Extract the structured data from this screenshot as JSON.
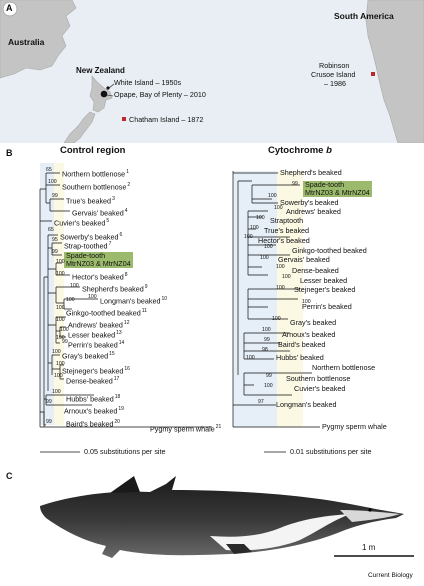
{
  "panelA": {
    "letter": "A",
    "labels": {
      "australia": "Australia",
      "south_america": "South America",
      "new_zealand": "New Zealand",
      "white_island": "White Island – 1950s",
      "opape": "Opape, Bay of Plenty – 2010",
      "chatham": "Chatham Island – 1872",
      "robinson_1": "Robinson",
      "robinson_2": "Crusoe Island",
      "robinson_3": "– 1986"
    },
    "colors": {
      "land": "#c4c4c4",
      "sea": "#e8eef3",
      "marker_red": "#c0262c",
      "marker_black": "#111111"
    }
  },
  "panelB": {
    "letter": "B",
    "colors": {
      "highlight": "#9cba6c",
      "shade_blue": "#e6eff8",
      "shade_yellow": "#fbf8e4"
    },
    "control": {
      "title": "Control region",
      "scale_label": "0.05 substitutions per site",
      "taxa": [
        {
          "name": "Northern bottlenose",
          "n": "1"
        },
        {
          "name": "Southern bottlenose",
          "n": "2"
        },
        {
          "name": "True's beaked",
          "n": "3"
        },
        {
          "name": "Gervais' beaked",
          "n": "4"
        },
        {
          "name": "Cuvier's beaked",
          "n": "5"
        },
        {
          "name": "Sowerby's beaked",
          "n": "6"
        },
        {
          "name": "Strap-toothed",
          "n": "7"
        },
        {
          "name": "Spade-tooth",
          "n": ""
        },
        {
          "name": "MtrNZ03 & MtrNZ04",
          "n": ""
        },
        {
          "name": "Hector's beaked",
          "n": "8"
        },
        {
          "name": "Shepherd's beaked",
          "n": "9"
        },
        {
          "name": "Longman's beaked",
          "n": "10"
        },
        {
          "name": "Ginkgo-toothed beaked",
          "n": "11"
        },
        {
          "name": "Andrews' beaked",
          "n": "12"
        },
        {
          "name": "Lesser beaked",
          "n": "13"
        },
        {
          "name": "Perrin's beaked",
          "n": "14"
        },
        {
          "name": "Gray's beaked",
          "n": "15"
        },
        {
          "name": "Stejneger's beaked",
          "n": "16"
        },
        {
          "name": "Dense-beaked",
          "n": "17"
        },
        {
          "name": "Hubbs' beaked",
          "n": "18"
        },
        {
          "name": "Arnoux's beaked",
          "n": "19"
        },
        {
          "name": "Baird's beaked",
          "n": "20"
        },
        {
          "name": "Pygmy sperm whale",
          "n": "21"
        }
      ],
      "bootstrap": [
        "65",
        "100",
        "99",
        "65",
        "95",
        "99",
        "100",
        "100",
        "100",
        "100",
        "100",
        "100",
        "100",
        "100",
        "100",
        "99",
        "100",
        "100",
        "100",
        "100",
        "99",
        "99"
      ]
    },
    "cytb": {
      "title": "Cytochrome",
      "title_italic": "b",
      "scale_label": "0.01 substitutions per site",
      "taxa": [
        "Shepherd's beaked",
        "Spade-tooth",
        "MtrNZ03 & MtrNZ04",
        "Sowerby's beaked",
        "Andrews' beaked",
        "Straptooth",
        "True's beaked",
        "Hector's beaked",
        "Ginkgo-toothed beaked",
        "Gervais' beaked",
        "Dense-beaked",
        "Lesser beaked",
        "Stejneger's beaked",
        "Perrin's beaked",
        "Gray's beaked",
        "Arnoux's beaked",
        "Baird's beaked",
        "Hubbs' beaked",
        "Northern bottlenose",
        "Southern bottlenose",
        "Cuvier's beaked",
        "Longman's beaked",
        "Pygmy sperm whale"
      ],
      "bootstrap": [
        "99",
        "100",
        "100",
        "100",
        "100",
        "100",
        "100",
        "100",
        "100",
        "100",
        "100",
        "100",
        "100",
        "100",
        "99",
        "98",
        "100",
        "99",
        "100",
        "97"
      ]
    }
  },
  "panelC": {
    "letter": "C",
    "scale_label": "1 m"
  },
  "footer": {
    "journal": "Current Biology"
  }
}
